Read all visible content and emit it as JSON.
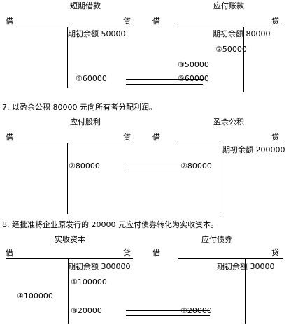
{
  "blocks": [
    {
      "left": {
        "title": "短期借款",
        "debit": "借",
        "credit": "贷",
        "opening": "期初余额 50000",
        "entries": [
          "⑥60000"
        ]
      },
      "right": {
        "title": "应付账款",
        "debit": "借",
        "credit": "贷",
        "opening": "期初余额 80000",
        "entries": [
          "②50000",
          "③50000",
          "⑥60000"
        ]
      }
    },
    {
      "caption": "7. 以盈余公积 80000 元向所有者分配利润。",
      "left": {
        "title": "应付股利",
        "debit": "借",
        "credit": "贷",
        "entries": [
          "⑦80000"
        ]
      },
      "right": {
        "title": "盈余公积",
        "debit": "借",
        "credit": "贷",
        "opening": "期初余额 200000",
        "entries": [
          "⑦80000"
        ]
      }
    },
    {
      "caption": "8. 经批准将企业原发行的 20000 元应付债券转化为实收资本。",
      "left": {
        "title": "实收资本",
        "debit": "借",
        "credit": "贷",
        "opening": "期初余额 300000",
        "entries": [
          "①100000",
          "④100000",
          "⑧20000"
        ]
      },
      "right": {
        "title": "应付债券",
        "debit": "借",
        "credit": "贷",
        "opening": "期初余额 30000",
        "entries": [
          "⑧20000"
        ]
      }
    }
  ]
}
